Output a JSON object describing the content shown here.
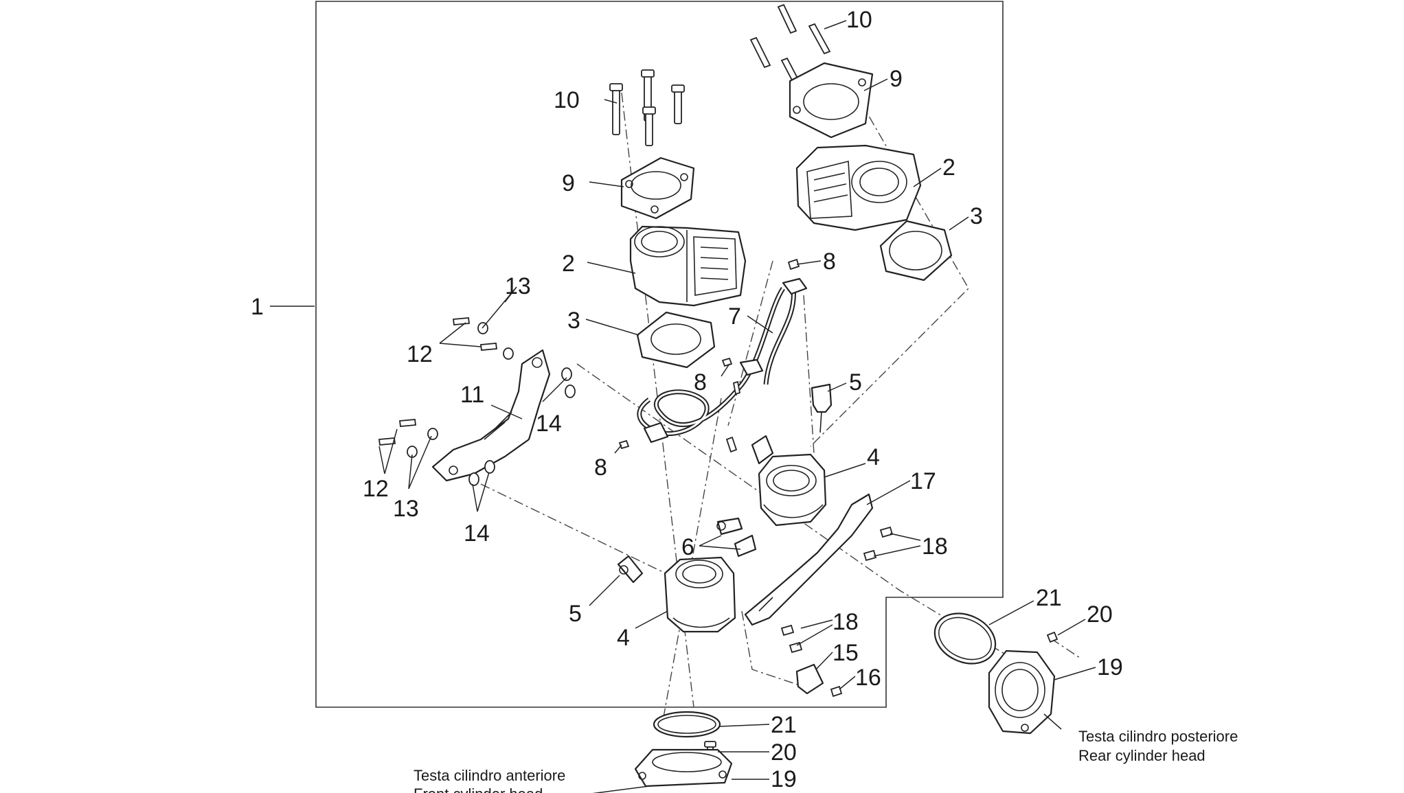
{
  "labels": {
    "n1": "1",
    "n2a": "2",
    "n2b": "2",
    "n3a": "3",
    "n3b": "3",
    "n4a": "4",
    "n4b": "4",
    "n5a": "5",
    "n5b": "5",
    "n6": "6",
    "n7": "7",
    "n8a": "8",
    "n8b": "8",
    "n8c": "8",
    "n9a": "9",
    "n9b": "9",
    "n10a": "10",
    "n10b": "10",
    "n11": "11",
    "n12a": "12",
    "n12b": "12",
    "n13a": "13",
    "n13b": "13",
    "n14a": "14",
    "n14b": "14",
    "n15": "15",
    "n16": "16",
    "n17": "17",
    "n18a": "18",
    "n18b": "18",
    "n19a": "19",
    "n19b": "19",
    "n20a": "20",
    "n20b": "20",
    "n21a": "21",
    "n21b": "21"
  },
  "captions": {
    "rear_it": "Testa cilindro posteriore",
    "rear_en": "Rear cylinder head",
    "front_it": "Testa cilindro anteriore",
    "front_en": "Front cylinder head"
  }
}
